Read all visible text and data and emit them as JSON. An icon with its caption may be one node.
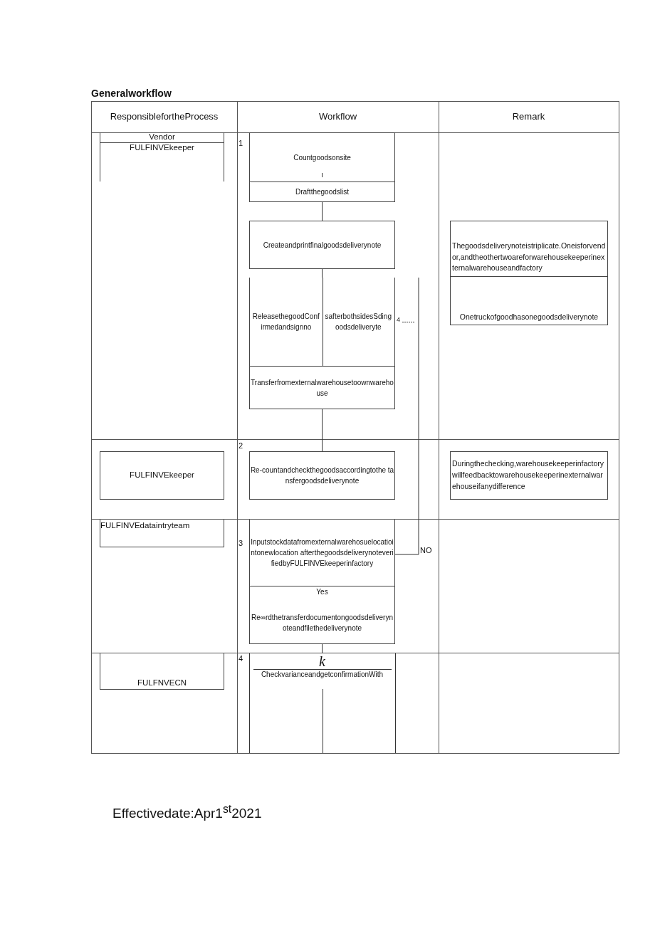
{
  "diagram": {
    "title": "Generalworkflow",
    "nodes": [
      {
        "text": [
          "Vendor",
          "FULFINVEkeeper"
        ]
      },
      {
        "text": [
          "Countgoodsonsite"
        ]
      },
      {
        "text": [
          "Draftthegoodslist"
        ]
      },
      {
        "text": [
          "Createandprintfinalgoodsdeliverynote"
        ]
      },
      {
        "text": [
          "Thegoodsdeliverynoteistriplicate.Oneisforvendor,andtheothertwoareforwarehousekeeperinexternalwarehouseandfactory"
        ]
      },
      {
        "text": [
          "Onetruckofgoodhasonegoodsdeliverynote"
        ]
      },
      {
        "text": [
          "ReleasethegoodConfirmedandsignno",
          "safterbothsidesSdingoodsdeliveryte"
        ]
      },
      {
        "text": [
          "Transferfromexternalwarehousetoownwarehouse"
        ]
      },
      {
        "text": [
          "FULFINVEkeeper"
        ]
      },
      {
        "text": [
          "Re-countandcheckthegoodsaccordingtothe tansfergoodsdeliverynote"
        ]
      },
      {
        "text": [
          "Duringthechecking,warehousekeeperinfactorywillfeedbacktowarehousekeeperinexternalwarehouseifanydifference"
        ]
      },
      {
        "text": [
          "FULFINVEdataintryteam"
        ]
      },
      {
        "text": [
          "Inputstockdatafromexternalwarehosuelocatiointonewlocation afterthegoodsdeliverynoteverifiedbyFULFINVEkeeperinfactory"
        ]
      },
      {
        "text": [
          "Yes",
          "Re∞rdthetransferdocumentongoodsdeliverynoteandfilethedeliverynote"
        ]
      },
      {
        "text": [
          "FULFNVECN"
        ]
      },
      {
        "text": [
          "k",
          "CheckvarianceandgetconfirmationWith"
        ]
      }
    ],
    "edges": [
      {
        "from": 2,
        "to": 3,
        "arrow": "none"
      },
      {
        "from": 3,
        "to": 6,
        "arrow": "none"
      },
      {
        "from": 7,
        "to": 9,
        "arrow": "none"
      },
      {
        "from": 12,
        "to": null,
        "arrow": "none",
        "label": "NO"
      },
      {
        "from": 13,
        "to": 15,
        "arrow": "none"
      }
    ],
    "labels": [
      "ResponsiblefortheProcess",
      "Workflow",
      "Remark",
      "1",
      "4",
      "2",
      "3",
      "4",
      "Effectivedate:Apr1$^{st}$2021"
    ]
  }
}
